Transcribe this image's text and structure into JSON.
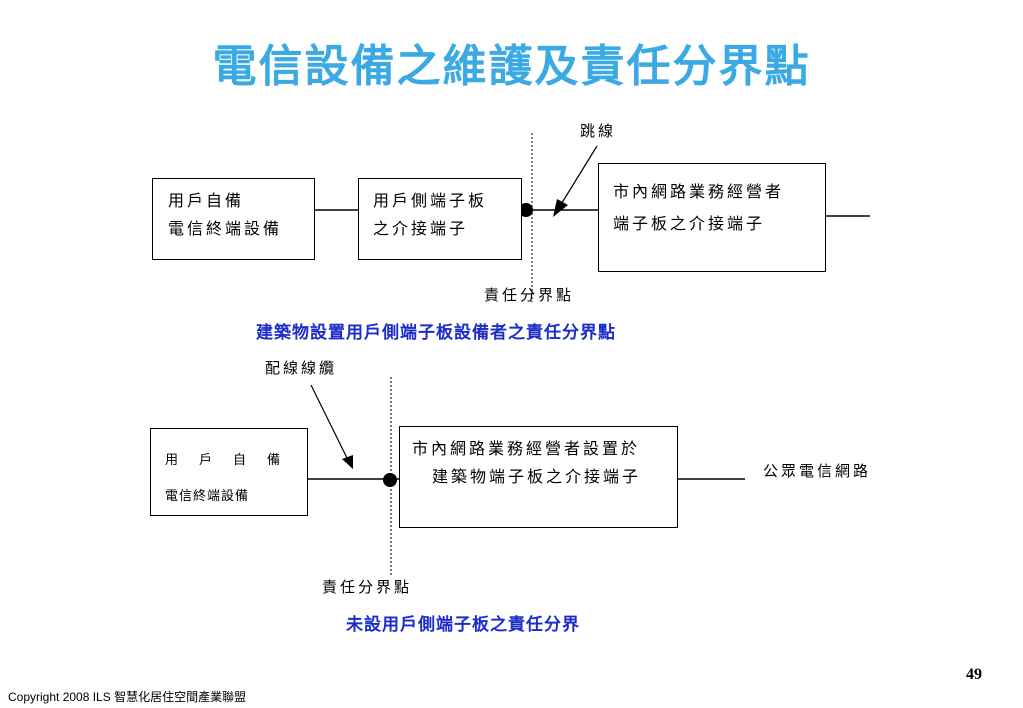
{
  "title": "電信設備之維護及責任分界點",
  "diagram1": {
    "box_user_line1": "用戶自備",
    "box_user_line2": "電信終端設備",
    "box_panel_line1": "用戶側端子板",
    "box_panel_line2": "之介接端子",
    "box_operator_line1": "市內網路業務經營者",
    "box_operator_line2": "端子板之介接端子",
    "jumper_label": "跳線",
    "demarcation_label": "責任分界點",
    "caption": "建築物設置用戶側端子板設備者之責任分界點"
  },
  "diagram2": {
    "box_user_line1": "用　戶　自　備",
    "box_user_line2": "電信終端設備",
    "box_operator_line1": "市內網路業務經營者設置於",
    "box_operator_line2": "建築物端子板之介接端子",
    "cable_label": "配線線纜",
    "network_label": "公眾電信網路",
    "demarcation_label": "責任分界點",
    "caption": "未設用戶側端子板之責任分界"
  },
  "page_number": "49",
  "copyright": "Copyright 2008 ILS 智慧化居住空間產業聯盟"
}
